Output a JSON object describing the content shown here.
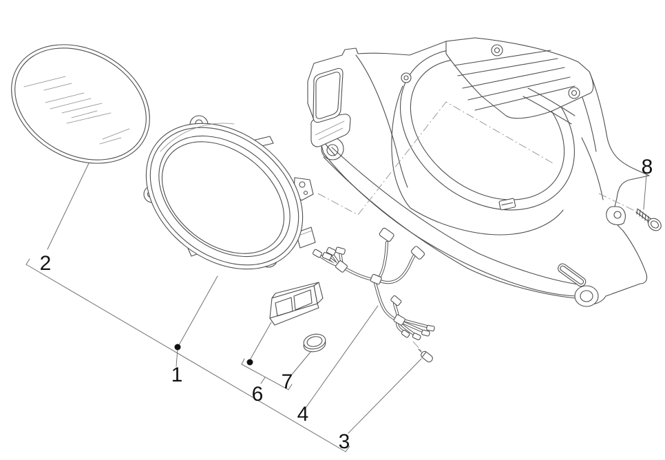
{
  "diagram": {
    "kind": "exploded-parts-line-drawing",
    "background_color": "#ffffff",
    "line_color": "#4d4d4d",
    "label_color": "#111111",
    "callouts": [
      {
        "label": "1",
        "part": "instrument-cluster"
      },
      {
        "label": "2",
        "part": "instrument-glass-lens"
      },
      {
        "label": "3",
        "part": "bulb-terminal"
      },
      {
        "label": "4",
        "part": "wiring-harness"
      },
      {
        "label": "6",
        "part": "display-kit-group"
      },
      {
        "label": "7",
        "part": "round-cap"
      },
      {
        "label": "8",
        "part": "fixing-screw"
      }
    ]
  }
}
